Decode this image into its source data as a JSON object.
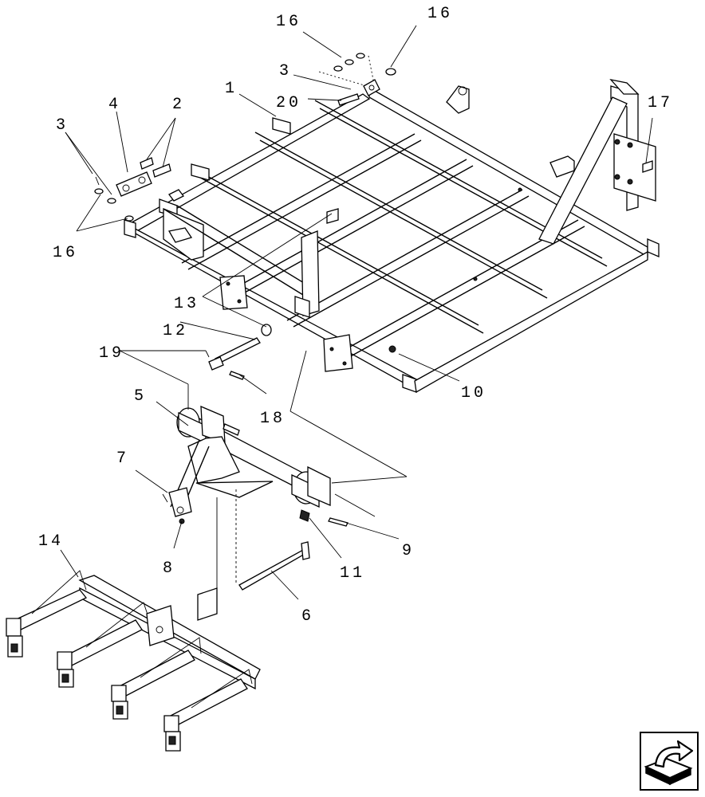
{
  "diagram": {
    "callouts": [
      {
        "id": "c16a",
        "text": "16"
      },
      {
        "id": "c16b",
        "text": "16"
      },
      {
        "id": "c3a",
        "text": "3"
      },
      {
        "id": "c20",
        "text": "20"
      },
      {
        "id": "c1",
        "text": "1"
      },
      {
        "id": "c17",
        "text": "17"
      },
      {
        "id": "c4",
        "text": "4"
      },
      {
        "id": "c2",
        "text": "2"
      },
      {
        "id": "c3b",
        "text": "3"
      },
      {
        "id": "c16c",
        "text": "16"
      },
      {
        "id": "c13",
        "text": "13"
      },
      {
        "id": "c12",
        "text": "12"
      },
      {
        "id": "c19",
        "text": "19"
      },
      {
        "id": "c10",
        "text": "10"
      },
      {
        "id": "c18",
        "text": "18"
      },
      {
        "id": "c5",
        "text": "5"
      },
      {
        "id": "c7",
        "text": "7"
      },
      {
        "id": "c9",
        "text": "9"
      },
      {
        "id": "c8",
        "text": "8"
      },
      {
        "id": "c11",
        "text": "11"
      },
      {
        "id": "c14",
        "text": "14"
      },
      {
        "id": "c6",
        "text": "6"
      }
    ]
  },
  "navigation": {
    "icon": "turn-page-arrow-icon"
  }
}
